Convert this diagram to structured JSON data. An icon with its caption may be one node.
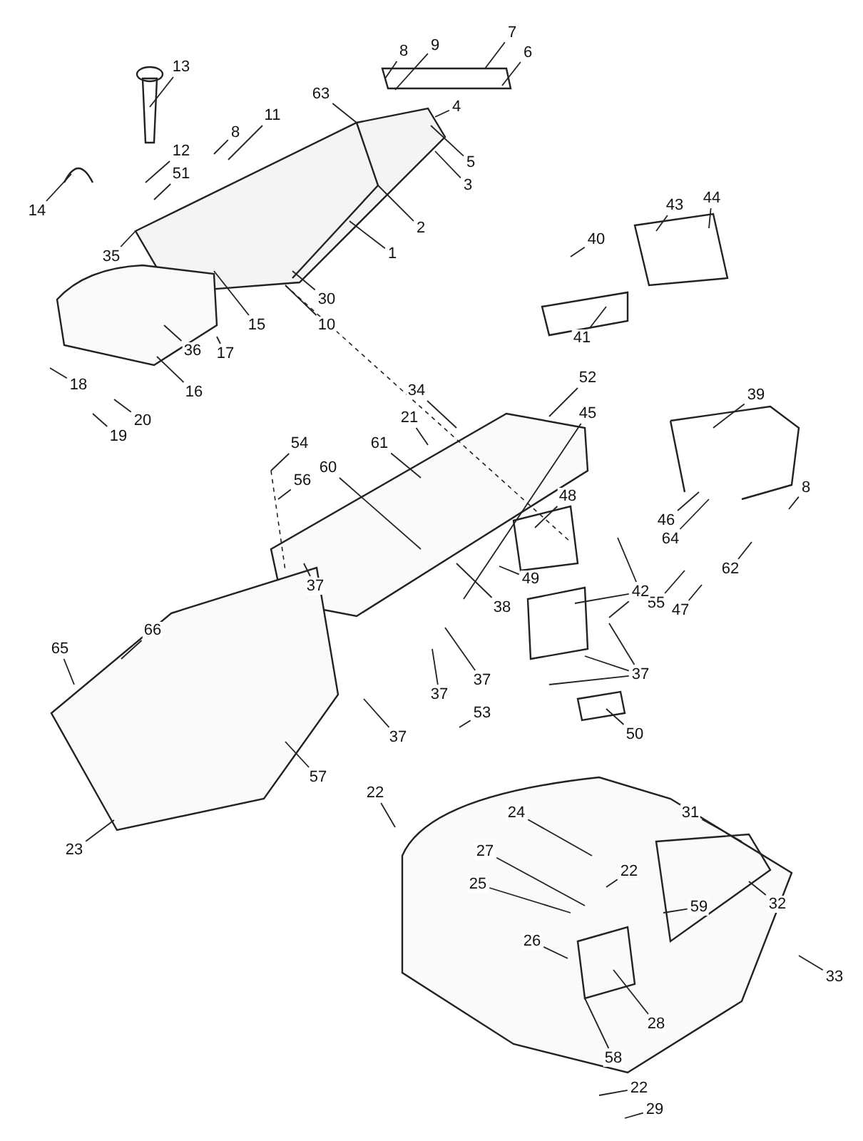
{
  "diagram": {
    "nodes": [
      {
        "text": [
          "13"
        ]
      },
      {
        "text": [
          "14"
        ]
      },
      {
        "text": [
          "12"
        ]
      },
      {
        "text": [
          "51"
        ]
      },
      {
        "text": [
          "8"
        ]
      },
      {
        "text": [
          "11"
        ]
      },
      {
        "text": [
          "63"
        ]
      },
      {
        "text": [
          "8"
        ]
      },
      {
        "text": [
          "9"
        ]
      },
      {
        "text": [
          "7"
        ]
      },
      {
        "text": [
          "6"
        ]
      },
      {
        "text": [
          "4"
        ]
      },
      {
        "text": [
          "5"
        ]
      },
      {
        "text": [
          "3"
        ]
      },
      {
        "text": [
          "2"
        ]
      },
      {
        "text": [
          "1"
        ]
      },
      {
        "text": [
          "35"
        ]
      },
      {
        "text": [
          "15"
        ]
      },
      {
        "text": [
          "30"
        ]
      },
      {
        "text": [
          "10"
        ]
      },
      {
        "text": [
          "36"
        ]
      },
      {
        "text": [
          "17"
        ]
      },
      {
        "text": [
          "16"
        ]
      },
      {
        "text": [
          "18"
        ]
      },
      {
        "text": [
          "20"
        ]
      },
      {
        "text": [
          "19"
        ]
      },
      {
        "text": [
          "43"
        ]
      },
      {
        "text": [
          "44"
        ]
      },
      {
        "text": [
          "40"
        ]
      },
      {
        "text": [
          "41"
        ]
      },
      {
        "text": [
          "34"
        ]
      },
      {
        "text": [
          "21"
        ]
      },
      {
        "text": [
          "52"
        ]
      },
      {
        "text": [
          "45"
        ]
      },
      {
        "text": [
          "39"
        ]
      },
      {
        "text": [
          "54"
        ]
      },
      {
        "text": [
          "56"
        ]
      },
      {
        "text": [
          "61"
        ]
      },
      {
        "text": [
          "60"
        ]
      },
      {
        "text": [
          "48"
        ]
      },
      {
        "text": [
          "8"
        ]
      },
      {
        "text": [
          "46"
        ]
      },
      {
        "text": [
          "64"
        ]
      },
      {
        "text": [
          "62"
        ]
      },
      {
        "text": [
          "55"
        ]
      },
      {
        "text": [
          "47"
        ]
      },
      {
        "text": [
          "49"
        ]
      },
      {
        "text": [
          "38"
        ]
      },
      {
        "text": [
          "42"
        ]
      },
      {
        "text": [
          "37"
        ]
      },
      {
        "text": [
          "37"
        ]
      },
      {
        "text": [
          "37"
        ]
      },
      {
        "text": [
          "53"
        ]
      },
      {
        "text": [
          "50"
        ]
      },
      {
        "text": [
          "37"
        ]
      },
      {
        "text": [
          "37"
        ]
      },
      {
        "text": [
          "57"
        ]
      },
      {
        "text": [
          "66"
        ]
      },
      {
        "text": [
          "65"
        ]
      },
      {
        "text": [
          "23"
        ]
      },
      {
        "text": [
          "22"
        ]
      },
      {
        "text": [
          "24"
        ]
      },
      {
        "text": [
          "27"
        ]
      },
      {
        "text": [
          "25"
        ]
      },
      {
        "text": [
          "22"
        ]
      },
      {
        "text": [
          "31"
        ]
      },
      {
        "text": [
          "32"
        ]
      },
      {
        "text": [
          "59"
        ]
      },
      {
        "text": [
          "33"
        ]
      },
      {
        "text": [
          "26"
        ]
      },
      {
        "text": [
          "28"
        ]
      },
      {
        "text": [
          "58"
        ]
      },
      {
        "text": [
          "22"
        ]
      },
      {
        "text": [
          "29"
        ]
      }
    ],
    "edges": [
      {
        "from": 0,
        "to": null,
        "arrow": "none"
      },
      {
        "from": 1,
        "to": null,
        "arrow": "none"
      },
      {
        "from": 2,
        "to": null,
        "arrow": "none"
      },
      {
        "from": 3,
        "to": null,
        "arrow": "none"
      },
      {
        "from": 4,
        "to": null,
        "arrow": "none"
      },
      {
        "from": 5,
        "to": null,
        "arrow": "none"
      },
      {
        "from": 6,
        "to": null,
        "arrow": "none"
      },
      {
        "from": 7,
        "to": null,
        "arrow": "none"
      },
      {
        "from": 8,
        "to": null,
        "arrow": "none"
      },
      {
        "from": 9,
        "to": null,
        "arrow": "none"
      },
      {
        "from": 10,
        "to": null,
        "arrow": "none"
      },
      {
        "from": 11,
        "to": null,
        "arrow": "none"
      },
      {
        "from": 12,
        "to": null,
        "arrow": "none"
      },
      {
        "from": 13,
        "to": null,
        "arrow": "none"
      },
      {
        "from": 14,
        "to": null,
        "arrow": "none"
      },
      {
        "from": 15,
        "to": null,
        "arrow": "none"
      },
      {
        "from": 16,
        "to": null,
        "arrow": "none"
      },
      {
        "from": 17,
        "to": null,
        "arrow": "none"
      },
      {
        "from": 18,
        "to": null,
        "arrow": "none"
      },
      {
        "from": 19,
        "to": null,
        "arrow": "none"
      },
      {
        "from": 20,
        "to": null,
        "arrow": "none"
      },
      {
        "from": 21,
        "to": null,
        "arrow": "none"
      },
      {
        "from": 22,
        "to": null,
        "arrow": "none"
      },
      {
        "from": 23,
        "to": null,
        "arrow": "none"
      },
      {
        "from": 24,
        "to": null,
        "arrow": "none"
      },
      {
        "from": 25,
        "to": null,
        "arrow": "none"
      },
      {
        "from": 26,
        "to": null,
        "arrow": "none"
      },
      {
        "from": 27,
        "to": null,
        "arrow": "none"
      },
      {
        "from": 28,
        "to": null,
        "arrow": "none"
      },
      {
        "from": 29,
        "to": null,
        "arrow": "none"
      },
      {
        "from": 30,
        "to": null,
        "arrow": "none"
      },
      {
        "from": 31,
        "to": null,
        "arrow": "none"
      },
      {
        "from": 32,
        "to": null,
        "arrow": "none"
      },
      {
        "from": 33,
        "to": null,
        "arrow": "none"
      },
      {
        "from": 34,
        "to": null,
        "arrow": "none"
      },
      {
        "from": 35,
        "to": null,
        "arrow": "none"
      },
      {
        "from": 36,
        "to": null,
        "arrow": "none"
      },
      {
        "from": 37,
        "to": null,
        "arrow": "none"
      },
      {
        "from": 38,
        "to": null,
        "arrow": "none"
      },
      {
        "from": 39,
        "to": null,
        "arrow": "none"
      },
      {
        "from": 40,
        "to": null,
        "arrow": "none"
      },
      {
        "from": 41,
        "to": null,
        "arrow": "none"
      },
      {
        "from": 42,
        "to": null,
        "arrow": "none"
      },
      {
        "from": 43,
        "to": null,
        "arrow": "none"
      },
      {
        "from": 44,
        "to": null,
        "arrow": "none"
      },
      {
        "from": 45,
        "to": null,
        "arrow": "none"
      },
      {
        "from": 46,
        "to": null,
        "arrow": "none"
      },
      {
        "from": 47,
        "to": null,
        "arrow": "none"
      },
      {
        "from": 48,
        "to": null,
        "arrow": "none"
      },
      {
        "from": 48,
        "to": null,
        "arrow": "none"
      },
      {
        "from": 48,
        "to": null,
        "arrow": "none"
      },
      {
        "from": 49,
        "to": null,
        "arrow": "none"
      },
      {
        "from": 49,
        "to": null,
        "arrow": "none"
      },
      {
        "from": 49,
        "to": null,
        "arrow": "none"
      },
      {
        "from": 50,
        "to": null,
        "arrow": "none"
      },
      {
        "from": 51,
        "to": null,
        "arrow": "none"
      },
      {
        "from": 52,
        "to": null,
        "arrow": "none"
      },
      {
        "from": 53,
        "to": null,
        "arrow": "none"
      },
      {
        "from": 54,
        "to": null,
        "arrow": "none"
      },
      {
        "from": 55,
        "to": null,
        "arrow": "none"
      },
      {
        "from": 56,
        "to": null,
        "arrow": "none"
      },
      {
        "from": 57,
        "to": null,
        "arrow": "none"
      },
      {
        "from": 58,
        "to": null,
        "arrow": "none"
      },
      {
        "from": 59,
        "to": null,
        "arrow": "none"
      },
      {
        "from": 60,
        "to": null,
        "arrow": "none"
      },
      {
        "from": 61,
        "to": null,
        "arrow": "none"
      },
      {
        "from": 62,
        "to": null,
        "arrow": "none"
      },
      {
        "from": 63,
        "to": null,
        "arrow": "none"
      },
      {
        "from": 64,
        "to": null,
        "arrow": "none"
      },
      {
        "from": 65,
        "to": null,
        "arrow": "none"
      },
      {
        "from": 66,
        "to": null,
        "arrow": "none"
      },
      {
        "from": 67,
        "to": null,
        "arrow": "none"
      },
      {
        "from": 68,
        "to": null,
        "arrow": "none"
      },
      {
        "from": 69,
        "to": null,
        "arrow": "none"
      },
      {
        "from": 70,
        "to": null,
        "arrow": "none"
      },
      {
        "from": 71,
        "to": null,
        "arrow": "none"
      },
      {
        "from": 72,
        "to": null,
        "arrow": "none"
      },
      {
        "from": 73,
        "to": null,
        "arrow": "none"
      }
    ]
  }
}
